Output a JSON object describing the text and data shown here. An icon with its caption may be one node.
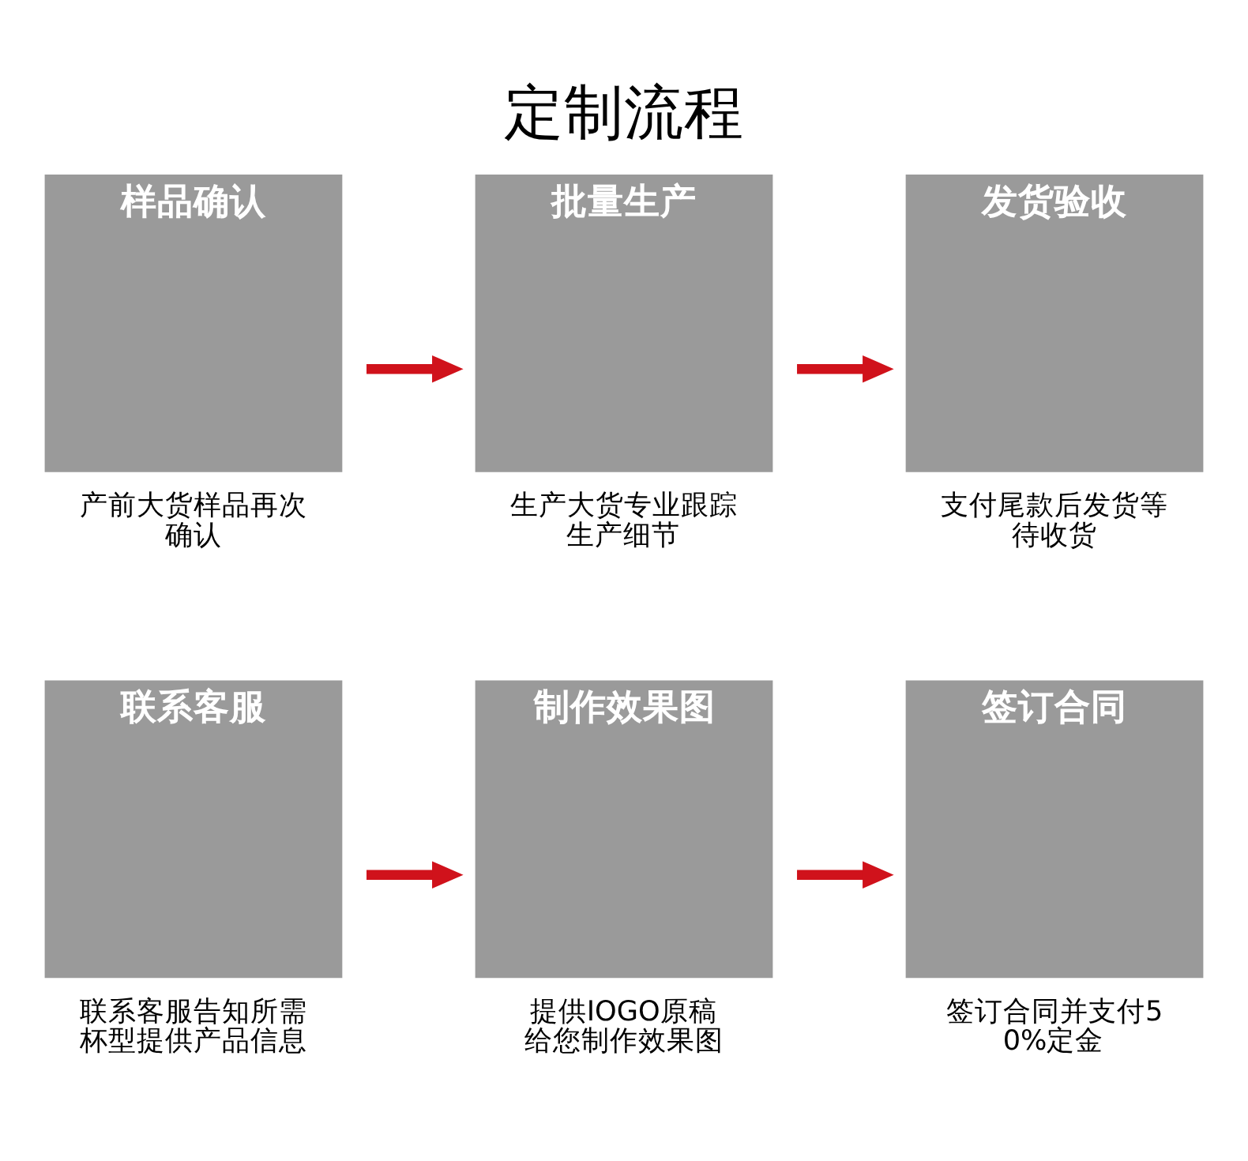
{
  "diagram": {
    "title": "定制流程",
    "nodes": [
      {
        "text": [
          "联系客服"
        ],
        "beside": [
          "联系客服告知所需杯型提供产品信息"
        ]
      },
      {
        "text": [
          "制作效果图"
        ],
        "beside": [
          "提供IOGO原稿给您制作效果图"
        ]
      },
      {
        "text": [
          "签订合同"
        ],
        "beside": [
          "签订合同并支付50%定金"
        ]
      },
      {
        "text": [
          "样品确认"
        ],
        "beside": [
          "产前大货样品再次确认"
        ]
      },
      {
        "text": [
          "批量生产"
        ],
        "beside": [
          "生产大货专业跟踪生产细节"
        ]
      },
      {
        "text": [
          "发货验收"
        ],
        "beside": [
          "支付尾款后发货等待收货"
        ]
      }
    ],
    "edges": [
      {
        "from": 0,
        "to": 1,
        "arrow": "to"
      },
      {
        "from": 1,
        "to": 2,
        "arrow": "to"
      },
      {
        "from": 3,
        "to": 4,
        "arrow": "to"
      },
      {
        "from": 4,
        "to": 5,
        "arrow": "to"
      }
    ]
  }
}
